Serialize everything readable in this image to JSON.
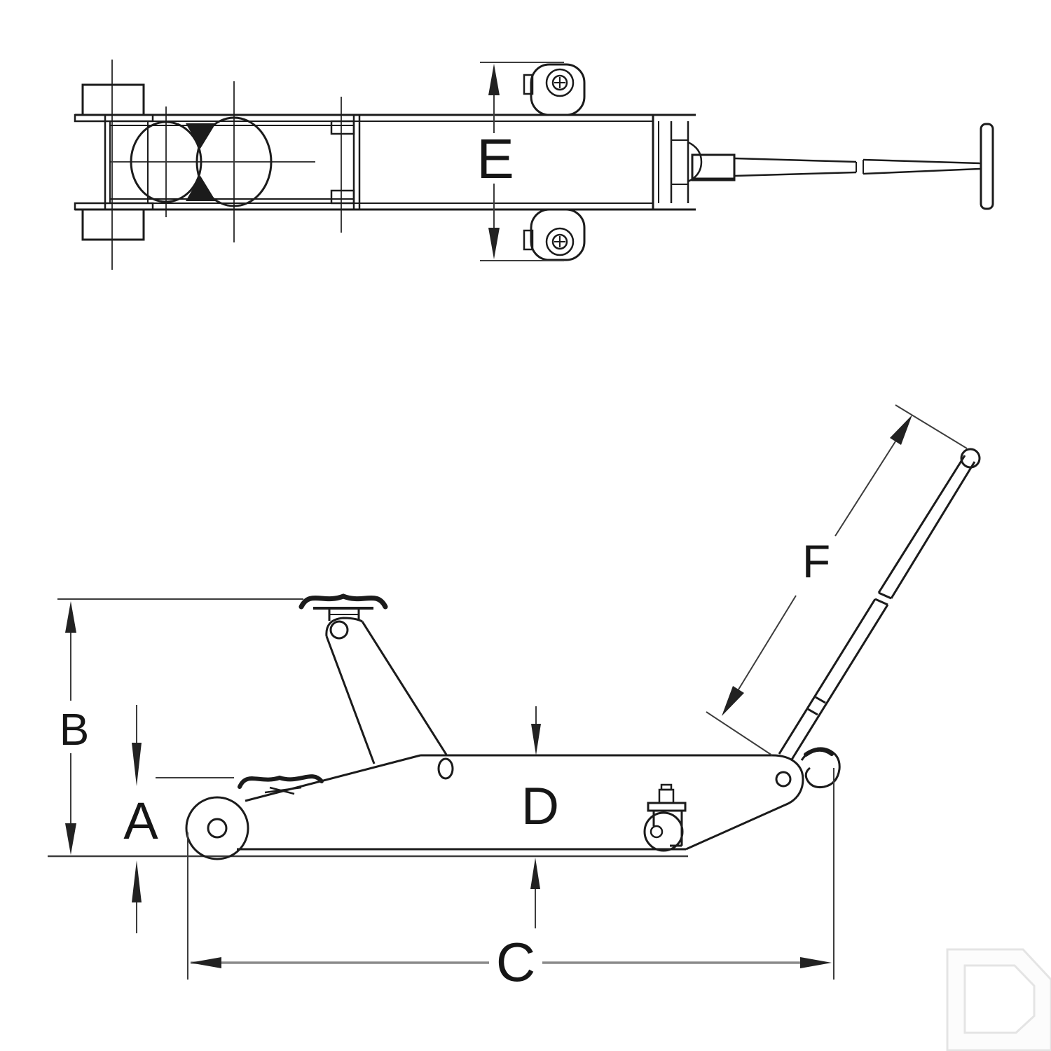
{
  "diagram": {
    "dimension_labels": {
      "A": "A",
      "B": "B",
      "C": "C",
      "D": "D",
      "E": "E",
      "F": "F"
    },
    "colors": {
      "outline": "#1b1b1b",
      "dimension_line": "#3c3c3c",
      "dimension_line_gray": "#8a8a8a",
      "watermark_edge": "#e4e4e4",
      "background": "#ffffff"
    }
  }
}
